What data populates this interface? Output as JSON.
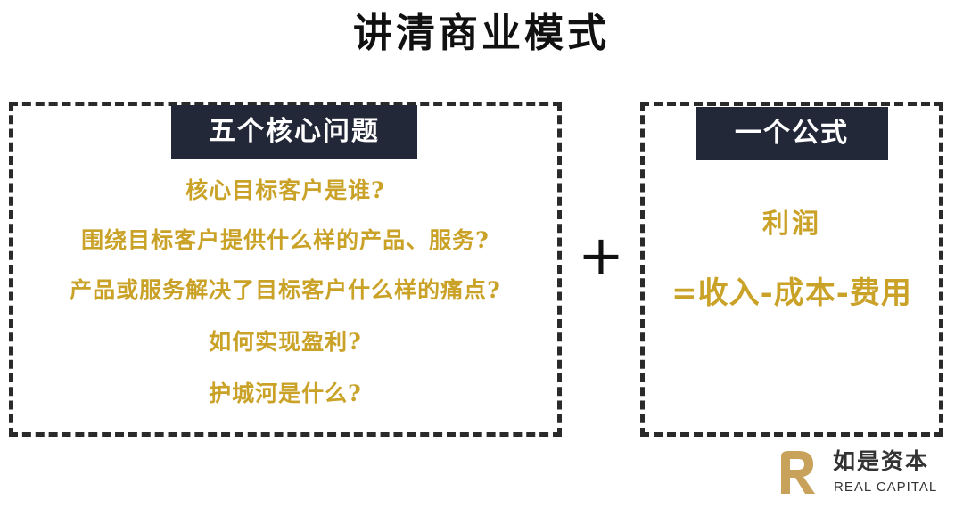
{
  "title": "讲清商业模式",
  "left_panel": {
    "label": "五个核心问题",
    "questions": [
      "核心目标客户是谁?",
      "围绕目标客户提供什么样的产品、服务?",
      "产品或服务解决了目标客户什么样的痛点?",
      "如何实现盈利?",
      "护城河是什么?"
    ]
  },
  "plus_symbol": "+",
  "right_panel": {
    "label": "一个公式",
    "formula_line1": "利润",
    "formula_line2": "=收入-成本-费用"
  },
  "logo": {
    "cn": "如是资本",
    "en": "REAL CAPITAL",
    "icon": "r-logo-icon"
  },
  "colors": {
    "accent_gold": "#c9a227",
    "label_bg": "#232838",
    "logo_gold": "#c8a25a"
  }
}
